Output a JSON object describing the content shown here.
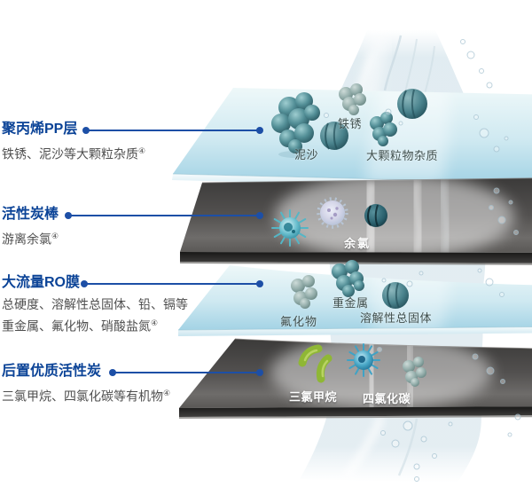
{
  "palette": {
    "heading_blue": "#0b4397",
    "leader_blue": "#1d4fa6",
    "desc_gray": "#4f4f4f",
    "plate_light_blue": "#a3d3e5",
    "plate_dark_gray": "#504e4b",
    "label_on_light": "#3f4e4c",
    "label_on_dark": "#ffffff"
  },
  "layers": [
    {
      "id": "pp",
      "heading": "聚丙烯PP层",
      "desc_lines": [
        "铁锈、泥沙等大颗粒杂质"
      ],
      "footnote": "④",
      "contaminants": [
        "铁锈",
        "泥沙",
        "大颗粒物杂质"
      ]
    },
    {
      "id": "carbon-rod",
      "heading": "活性炭棒",
      "desc_lines": [
        "游离余氯"
      ],
      "footnote": "④",
      "contaminants": [
        "余氯"
      ]
    },
    {
      "id": "ro-membrane",
      "heading": "大流量RO膜",
      "desc_lines": [
        "总硬度、溶解性总固体、铅、镉等",
        "重金属、氟化物、硝酸盐氮"
      ],
      "footnote": "④",
      "contaminants": [
        "重金属",
        "氟化物",
        "溶解性总固体"
      ]
    },
    {
      "id": "post-carbon",
      "heading": "后置优质活性炭",
      "desc_lines": [
        "三氯甲烷、四氯化碳等有机物"
      ],
      "footnote": "④",
      "contaminants": [
        "三氯甲烷",
        "四氯化碳"
      ]
    }
  ]
}
